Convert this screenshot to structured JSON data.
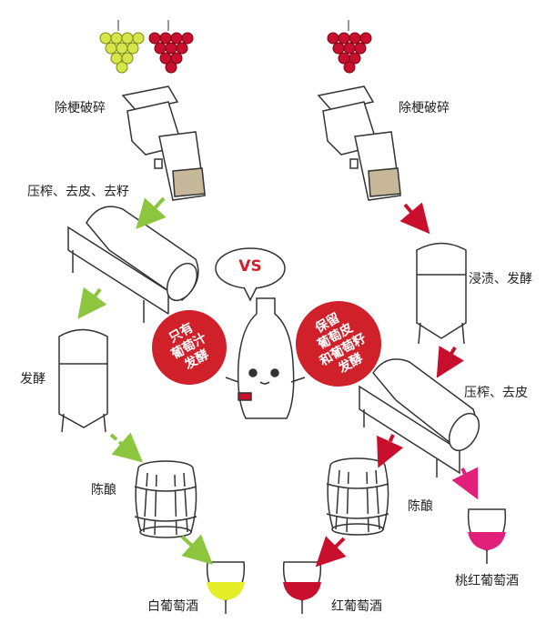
{
  "colors": {
    "green": "#8cc63f",
    "red": "#c8102e",
    "pink": "#e0207a",
    "grape_green": "#d6e64a",
    "grape_red": "#c8102e"
  },
  "left": {
    "step1": "除梗破碎",
    "step2": "压榨、去皮、去籽",
    "step3": "发酵",
    "step4": "陈酿",
    "result": "白葡萄酒"
  },
  "right": {
    "step1": "除梗破碎",
    "step2": "浸渍、发酵",
    "step3": "压榨、去皮",
    "step4": "陈酿",
    "result_red": "红葡萄酒",
    "result_rose": "桃红葡萄酒"
  },
  "center": {
    "vs": "VS",
    "left_bubble": [
      "只有",
      "葡萄汁",
      "发酵"
    ],
    "right_bubble": [
      "保留",
      "葡萄皮",
      "和葡萄籽",
      "发酵"
    ]
  }
}
